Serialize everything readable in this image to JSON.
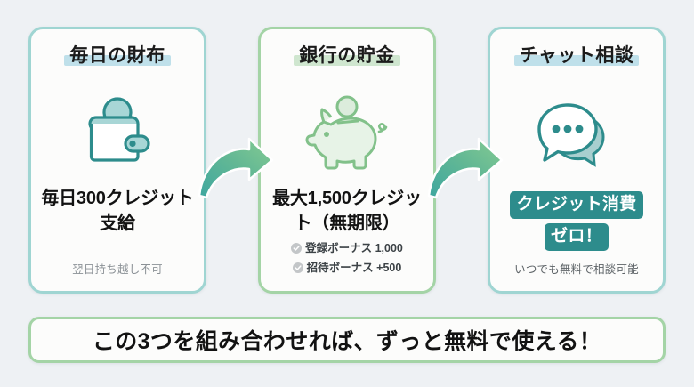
{
  "background_color": "#eef1f4",
  "cards": [
    {
      "id": "daily-wallet",
      "title": "毎日の財布",
      "icon": "wallet-icon",
      "border_color": "#9fd5d2",
      "highlight_color": "#bfe0ea",
      "main_text": "毎日300クレジット支給",
      "note": "翌日持ち越し不可"
    },
    {
      "id": "bank-savings",
      "title": "銀行の貯金",
      "icon": "piggy-bank-icon",
      "border_color": "#a4d4a6",
      "highlight_color": "#cfe6cf",
      "main_text": "最大1,500クレジット（無期限）",
      "bonuses": [
        {
          "icon": "check-circle-icon",
          "label": "登録ボーナス 1,000"
        },
        {
          "icon": "check-circle-icon",
          "label": "招待ボーナス +500"
        }
      ]
    },
    {
      "id": "chat-consult",
      "title": "チャット相談",
      "icon": "chat-bubbles-icon",
      "border_color": "#9fd5d2",
      "highlight_color": "#bfe0ea",
      "badge_color": "#2d8c8c",
      "badges": [
        "クレジット消費",
        "ゼロ！"
      ],
      "note": "いつでも無料で相談可能"
    }
  ],
  "arrows": [
    {
      "id": "arrow-wallet-to-bank",
      "icon": "curved-arrow-right-icon",
      "from": "daily-wallet",
      "to": "bank-savings"
    },
    {
      "id": "arrow-bank-to-chat",
      "icon": "curved-arrow-right-icon",
      "from": "bank-savings",
      "to": "chat-consult"
    }
  ],
  "banner": {
    "text": "この3つを組み合わせれば、ずっと無料で使える！",
    "border_color": "#a4d4a6"
  }
}
